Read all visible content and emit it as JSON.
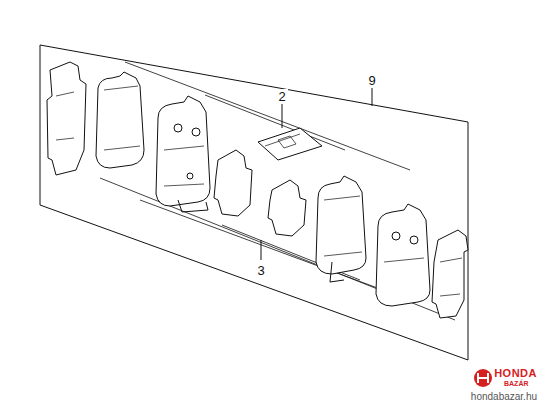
{
  "diagram": {
    "labels": [
      "9",
      "2",
      "3",
      "HONDA",
      "BAZÁR",
      "hondabazar.hu"
    ]
  }
}
